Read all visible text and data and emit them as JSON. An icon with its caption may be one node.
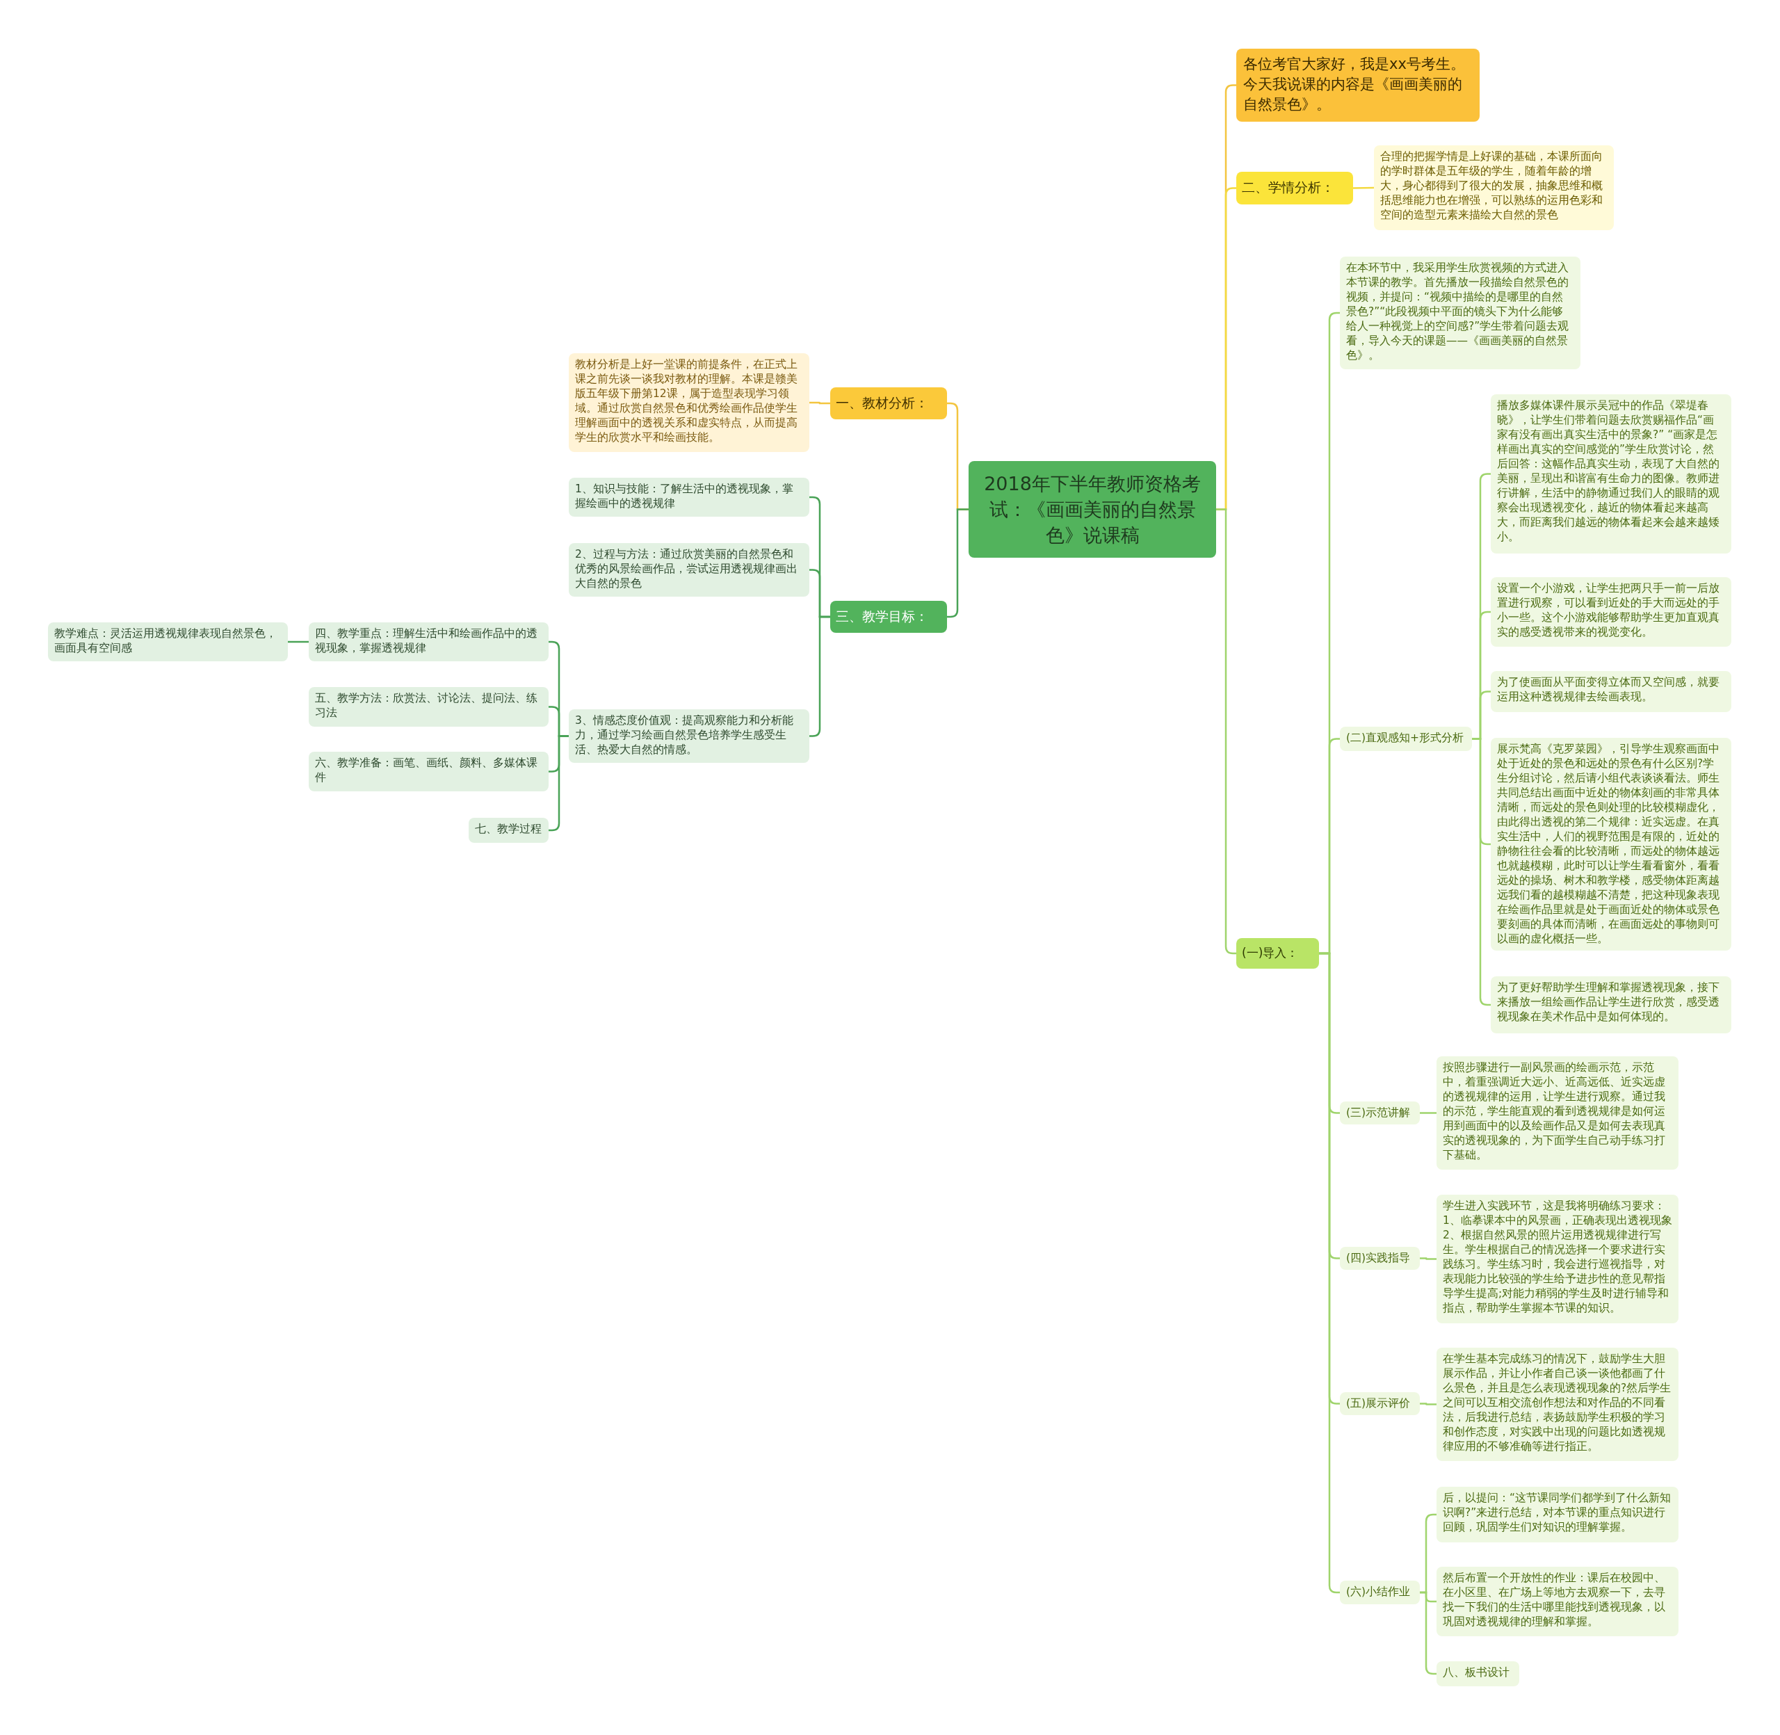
{
  "diagram": {
    "nodes": [
      {
        "text": [
          "2018年下半年教师资格考试：《画画美丽的自然景色》说课稿"
        ]
      },
      {
        "text": [
          "一、教材分析："
        ]
      },
      {
        "text": [
          "教材分析是上好一堂课的前提条件，在正式上课之前先谈一谈我对教材的理解。本课是赣美版五年级下册第12课，属于造型表现学习领域。通过欣赏自然景色和优秀绘画作品使学生理解画面中的透视关系和虚实特点，从而提高学生的欣赏水平和绘画技能。"
        ]
      },
      {
        "text": [
          "三、教学目标："
        ]
      },
      {
        "text": [
          "1、知识与技能：了解生活中的透视现象，掌握绘画中的透视规律"
        ]
      },
      {
        "text": [
          "2、过程与方法：通过欣赏美丽的自然景色和优秀的风景绘画作品，尝试运用透视规律画出大自然的景色"
        ]
      },
      {
        "text": [
          "3、情感态度价值观：提高观察能力和分析能力，通过学习绘画自然景色培养学生感受生活、热爱大自然的情感。"
        ]
      },
      {
        "text": [
          "四、教学重点：理解生活中和绘画作品中的透视现象，掌握透视规律"
        ]
      },
      {
        "text": [
          "教学难点：灵活运用透视规律表现自然景色，画面具有空间感"
        ]
      },
      {
        "text": [
          "五、教学方法：欣赏法、讨论法、提问法、练习法"
        ]
      },
      {
        "text": [
          "六、教学准备：画笔、画纸、颜料、多媒体课件"
        ]
      },
      {
        "text": [
          "七、教学过程"
        ]
      },
      {
        "text": [
          "各位考官大家好，我是xx号考生。今天我说课的内容是《画画美丽的自然景色》。"
        ]
      },
      {
        "text": [
          "二、学情分析："
        ]
      },
      {
        "text": [
          "合理的把握学情是上好课的基础，本课所面向的学时群体是五年级的学生，随着年龄的增大，身心都得到了很大的发展，抽象思维和概括思维能力也在增强，可以熟练的运用色彩和空间的造型元素来描绘大自然的景色"
        ]
      },
      {
        "text": [
          "(一)导入："
        ]
      },
      {
        "text": [
          "在本环节中，我采用学生欣赏视频的方式进入本节课的教学。首先播放一段描绘自然景色的视频，并提问：“视频中描绘的是哪里的自然景色?”“此段视频中平面的镜头下为什么能够给人一种视觉上的空间感?”学生带着问题去观看，导入今天的课题——《画画美丽的自然景色》。"
        ]
      },
      {
        "text": [
          "(二)直观感知+形式分析"
        ]
      },
      {
        "text": [
          "播放多媒体课件展示吴冠中的作品《翠堤春晓》，让学生们带着问题去欣赏赐福作品“画家有没有画出真实生活中的景象?” “画家是怎样画出真实的空间感觉的”学生欣赏讨论，然后回答：这幅作品真实生动，表现了大自然的美丽，呈现出和谐富有生命力的图像。教师进行讲解，生活中的静物通过我们人的眼睛的观察会出现透视变化，越近的物体看起来越高大，而距离我们越远的物体看起来会越来越矮小。"
        ]
      },
      {
        "text": [
          "设置一个小游戏，让学生把两只手一前一后放置进行观察，可以看到近处的手大而远处的手小一些。这个小游戏能够帮助学生更加直观真实的感受透视带来的视觉变化。"
        ]
      },
      {
        "text": [
          "为了使画面从平面变得立体而又空间感，就要运用这种透视规律去绘画表现。"
        ]
      },
      {
        "text": [
          "展示梵高《克罗菜园》，引导学生观察画面中处于近处的景色和远处的景色有什么区别?学生分组讨论，然后请小组代表谈谈看法。师生共同总结出画面中近处的物体刻画的非常具体清晰，而远处的景色则处理的比较模糊虚化，由此得出透视的第二个规律：近实远虚。在真实生活中，人们的视野范围是有限的，近处的静物往往会看的比较清晰，而远处的物体越远也就越模糊，此时可以让学生看看窗外，看看远处的操场、树木和教学楼，感受物体距离越远我们看的越模糊越不清楚，把这种现象表现在绘画作品里就是处于画面近处的物体或景色要刻画的具体而清晰，在画面远处的事物则可以画的虚化概括一些。"
        ]
      },
      {
        "text": [
          "为了更好帮助学生理解和掌握透视现象，接下来播放一组绘画作品让学生进行欣赏，感受透视现象在美术作品中是如何体现的。"
        ]
      },
      {
        "text": [
          "(三)示范讲解"
        ]
      },
      {
        "text": [
          "按照步骤进行一副风景画的绘画示范，示范中，着重强调近大远小、近高远低、近实远虚的透视规律的运用，让学生进行观察。通过我的示范，学生能直观的看到透视规律是如何运用到画面中的以及绘画作品又是如何去表现真实的透视现象的，为下面学生自己动手练习打下基础。"
        ]
      },
      {
        "text": [
          "(四)实践指导"
        ]
      },
      {
        "text": [
          "学生进入实践环节，这是我将明确练习要求：1、临摹课本中的风景画，正确表现出透视现象2、根据自然风景的照片运用透视规律进行写生。学生根据自己的情况选择一个要求进行实践练习。学生练习时，我会进行巡视指导，对表现能力比较强的学生给予进步性的意见帮指导学生提高;对能力稍弱的学生及时进行辅导和指点，帮助学生掌握本节课的知识。"
        ]
      },
      {
        "text": [
          "(五)展示评价"
        ]
      },
      {
        "text": [
          "在学生基本完成练习的情况下，鼓励学生大胆展示作品，并让小作者自己谈一谈他都画了什么景色，并且是怎么表现透视现象的?然后学生之间可以互相交流创作想法和对作品的不同看法，后我进行总结，表扬鼓励学生积极的学习和创作态度，对实践中出现的问题比如透视规律应用的不够准确等进行指正。"
        ]
      },
      {
        "text": [
          "(六)小结作业"
        ]
      },
      {
        "text": [
          "后，以提问：“这节课同学们都学到了什么新知识啊?”来进行总结，对本节课的重点知识进行回顾，巩固学生们对知识的理解掌握。"
        ]
      },
      {
        "text": [
          "然后布置一个开放性的作业：课后在校园中、在小区里、在广场上等地方去观察一下，去寻找一下我们的生活中哪里能找到透视现象，以巩固对透视规律的理解和掌握。"
        ]
      },
      {
        "text": [
          "八、板书设计"
        ]
      }
    ],
    "edges": [
      {
        "from": 0,
        "to": 1,
        "arrow": "none",
        "color": "#f3c540"
      },
      {
        "from": 1,
        "to": 2,
        "arrow": "none",
        "color": "#f3c540"
      },
      {
        "from": 0,
        "to": 3,
        "arrow": "none",
        "color": "#4aa357"
      },
      {
        "from": 3,
        "to": 4,
        "arrow": "none",
        "color": "#4aa357"
      },
      {
        "from": 3,
        "to": 5,
        "arrow": "none",
        "color": "#4aa357"
      },
      {
        "from": 3,
        "to": 6,
        "arrow": "none",
        "color": "#4aa357"
      },
      {
        "from": 6,
        "to": 7,
        "arrow": "none",
        "color": "#4aa357"
      },
      {
        "from": 7,
        "to": 8,
        "arrow": "none",
        "color": "#4aa357"
      },
      {
        "from": 6,
        "to": 9,
        "arrow": "none",
        "color": "#4aa357"
      },
      {
        "from": 6,
        "to": 10,
        "arrow": "none",
        "color": "#4aa357"
      },
      {
        "from": 6,
        "to": 11,
        "arrow": "none",
        "color": "#4aa357"
      },
      {
        "from": 0,
        "to": 12,
        "arrow": "none",
        "color": "#f3c540"
      },
      {
        "from": 0,
        "to": 13,
        "arrow": "none",
        "color": "#f3d940"
      },
      {
        "from": 13,
        "to": 14,
        "arrow": "none",
        "color": "#f3d940"
      },
      {
        "from": 0,
        "to": 15,
        "arrow": "none"
      },
      {
        "from": 15,
        "to": 16,
        "arrow": "none"
      },
      {
        "from": 15,
        "to": 17,
        "arrow": "none"
      },
      {
        "from": 17,
        "to": 18,
        "arrow": "none"
      },
      {
        "from": 17,
        "to": 19,
        "arrow": "none"
      },
      {
        "from": 17,
        "to": 20,
        "arrow": "none"
      },
      {
        "from": 17,
        "to": 21,
        "arrow": "none"
      },
      {
        "from": 17,
        "to": 22,
        "arrow": "none"
      },
      {
        "from": 15,
        "to": 23,
        "arrow": "none"
      },
      {
        "from": 23,
        "to": 24,
        "arrow": "none"
      },
      {
        "from": 15,
        "to": 25,
        "arrow": "none"
      },
      {
        "from": 25,
        "to": 26,
        "arrow": "none"
      },
      {
        "from": 15,
        "to": 27,
        "arrow": "none"
      },
      {
        "from": 27,
        "to": 28,
        "arrow": "none"
      },
      {
        "from": 15,
        "to": 29,
        "arrow": "none"
      },
      {
        "from": 29,
        "to": 30,
        "arrow": "none"
      },
      {
        "from": 29,
        "to": 31,
        "arrow": "none"
      },
      {
        "from": 29,
        "to": 32,
        "arrow": "none"
      }
    ]
  }
}
